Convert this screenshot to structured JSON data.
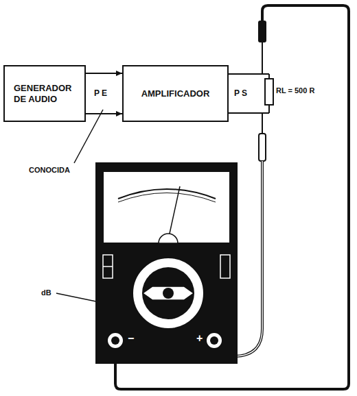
{
  "diagram": {
    "nodes": [
      {
        "text": [
          "GENERADOR DE AUDIO"
        ]
      },
      {
        "text": [
          "AMPLIFICADOR"
        ]
      }
    ],
    "edges": [
      {
        "from": 0,
        "to": 1,
        "arrow": "to"
      },
      {
        "from": 0,
        "to": 1,
        "arrow": "to"
      }
    ],
    "labels": [
      "P E",
      "P S",
      "RL = 500 R",
      "CONOCIDA",
      "dB",
      "−",
      "+"
    ]
  }
}
